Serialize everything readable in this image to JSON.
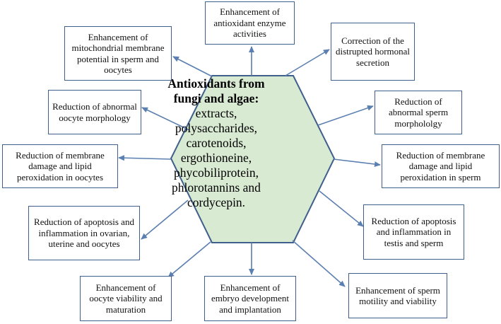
{
  "colors": {
    "hexagon_fill": "#d9ead3",
    "border": "#3f5f8c",
    "arrow": "#5b7fb0"
  },
  "center": {
    "heading": "Antioxidants from fungi and algae:",
    "body": "extracts, polysaccharides, carotenoids, ergothioneine, phycobiliprotein, phlorotannins and cordycepin."
  },
  "effects": [
    {
      "id": "antioxidant-enzyme",
      "text": "Enhancement of antioxidant enzyme activities"
    },
    {
      "id": "hormonal-secretion",
      "text": "Correction of the distrupted hormonal secretion"
    },
    {
      "id": "abnormal-sperm-morphology",
      "text": "Reduction of abnormal sperm morphololgy"
    },
    {
      "id": "membrane-damage-sperm",
      "text": "Reduction of membrane damage and lipid peroxidation in sperm"
    },
    {
      "id": "apoptosis-testis",
      "text": "Reduction of apoptosis and inflammation in testis and sperm"
    },
    {
      "id": "sperm-motility",
      "text": "Enhancement of sperm motility and viability"
    },
    {
      "id": "embryo-development",
      "text": "Enhancement of embryo development and implantation"
    },
    {
      "id": "oocyte-viability",
      "text": "Enhancement of oocyte viability and maturation"
    },
    {
      "id": "apoptosis-ovarian",
      "text": "Reduction of apoptosis and inflammation in ovarian, uterine and oocytes"
    },
    {
      "id": "membrane-damage-oocytes",
      "text": "Reduction of membrane damage and lipid peroxidation in oocytes"
    },
    {
      "id": "abnormal-oocyte-morphology",
      "text": "Reduction of abnormal oocyte morphology"
    },
    {
      "id": "mitochondrial-potential",
      "text": "Enhancement of mitochondrial membrane potential in sperm and oocytes"
    }
  ]
}
